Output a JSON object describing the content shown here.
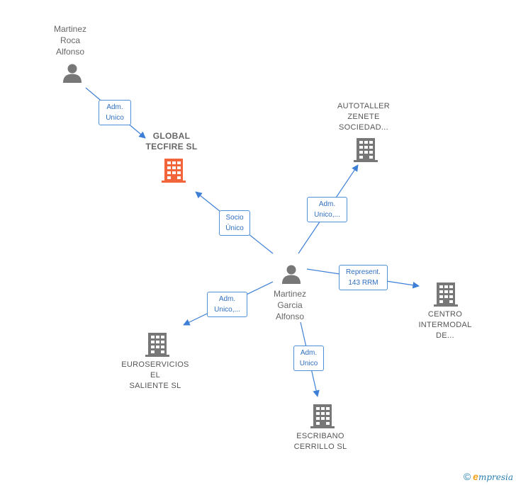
{
  "colors": {
    "edge": "#3d7fd6",
    "company_default": "#777777",
    "company_highlight": "#f2643a",
    "person": "#777777"
  },
  "nodes": {
    "person_top": {
      "lines": [
        "Martinez",
        "Roca",
        "Alfonso"
      ],
      "icon": "person-icon"
    },
    "global_tecfire": {
      "lines": [
        "GLOBAL",
        "TECFIRE  SL"
      ],
      "icon": "building-icon"
    },
    "autotaller": {
      "lines": [
        "AUTOTALLER",
        "ZENETE",
        "SOCIEDAD..."
      ],
      "icon": "building-icon"
    },
    "person_center": {
      "lines": [
        "Martinez",
        "Garcia",
        "Alfonso"
      ],
      "icon": "person-icon"
    },
    "centro": {
      "lines": [
        "CENTRO",
        "INTERMODAL",
        "DE..."
      ],
      "icon": "building-icon"
    },
    "euroservicios": {
      "lines": [
        "EUROSERVICIOS",
        "EL",
        "SALIENTE  SL"
      ],
      "icon": "building-icon"
    },
    "escribano": {
      "lines": [
        "ESCRIBANO",
        "CERRILLO SL"
      ],
      "icon": "building-icon"
    }
  },
  "edges": {
    "adm_unico_top": [
      "Adm.",
      "Unico"
    ],
    "socio_unico": [
      "Socio",
      "Único"
    ],
    "adm_unico_autotaller": [
      "Adm.",
      "Unico,..."
    ],
    "represent": [
      "Represent.",
      "143 RRM"
    ],
    "adm_unico_euro": [
      "Adm.",
      "Unico,..."
    ],
    "adm_unico_escribano": [
      "Adm.",
      "Unico"
    ]
  },
  "footer": {
    "copyright": "©",
    "brand_initial": "e",
    "brand_rest": "mpresia"
  }
}
